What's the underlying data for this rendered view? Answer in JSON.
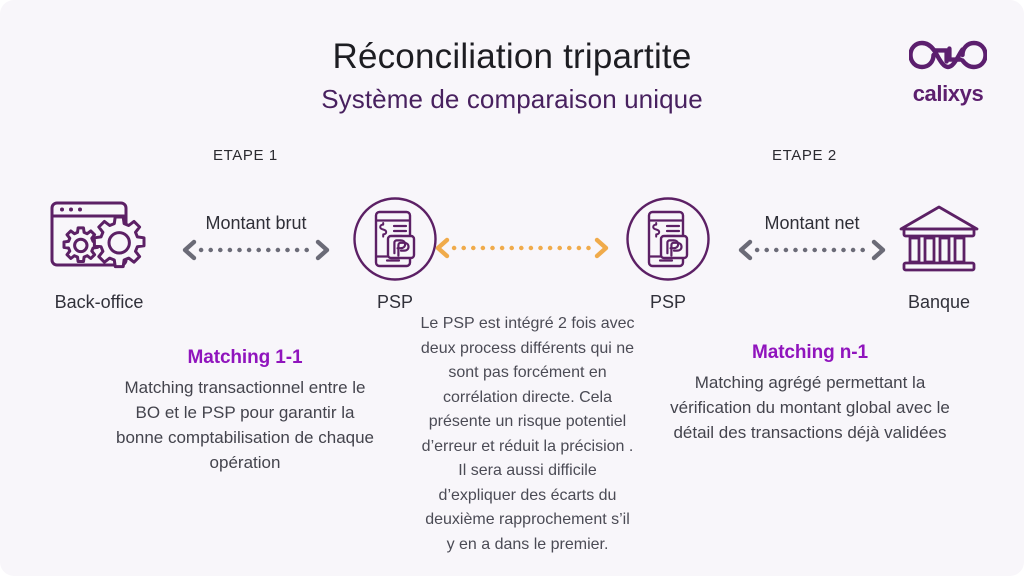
{
  "header": {
    "title": "Réconciliation tripartite",
    "subtitle": "Système de comparaison unique"
  },
  "logo": {
    "icon": "infinity-arrows-icon",
    "wordmark": "calixys"
  },
  "steps": [
    {
      "label": "ETAPE 1"
    },
    {
      "label": "ETAPE 2"
    }
  ],
  "nodes": [
    {
      "icon": "browser-gears-icon",
      "caption": "Back-office"
    },
    {
      "icon": "psp-invoice-circle-icon",
      "caption": "PSP"
    },
    {
      "icon": "psp-invoice-circle-icon",
      "caption": "PSP"
    },
    {
      "icon": "bank-building-icon",
      "caption": "Banque"
    }
  ],
  "flows": [
    {
      "label": "Montant brut",
      "icon": "double-dotted-arrow-icon",
      "color": "#6b6b77"
    },
    {
      "label": "",
      "icon": "double-dotted-arrow-icon",
      "color": "#f0ab4b"
    },
    {
      "label": "Montant net",
      "icon": "double-dotted-arrow-icon",
      "color": "#6b6b77"
    }
  ],
  "blocks": {
    "left": {
      "heading": "Matching 1-1",
      "body": "Matching transactionnel entre le BO et le PSP pour garantir la bonne comptabilisation de chaque opération"
    },
    "right": {
      "heading": "Matching n-1",
      "body": "Matching agrégé permettant la vérification du montant global avec le détail des transactions déjà validées"
    },
    "middle": {
      "body": "Le PSP est intégré 2 fois avec deux process différents qui ne sont pas forcément en corrélation directe. Cela présente un risque potentiel d’erreur et réduit la précision . Il sera aussi difficile d’expliquer des écarts du deuxième rapprochement s’il y en a dans le premier."
    }
  },
  "colors": {
    "background": "#f8f6fa",
    "title": "#1d1d22",
    "subtitle": "#48215f",
    "accent_purple": "#9014bd",
    "icon_purple": "#5c2065",
    "arrow_gray": "#6b6b77",
    "arrow_orange": "#f0ab4b",
    "body_text": "#44444d"
  }
}
